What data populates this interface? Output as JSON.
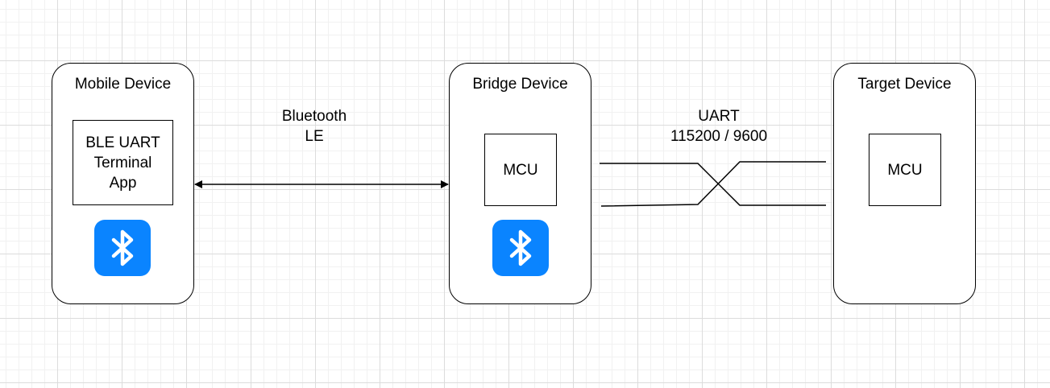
{
  "devices": {
    "mobile": {
      "title": "Mobile Device",
      "app_label": "BLE UART\nTerminal\nApp",
      "bluetooth_icon": "bluetooth-icon"
    },
    "bridge": {
      "title": "Bridge Device",
      "mcu_label": "MCU",
      "bluetooth_icon": "bluetooth-icon"
    },
    "target": {
      "title": "Target Device",
      "mcu_label": "MCU"
    }
  },
  "links": {
    "bluetooth": {
      "line1": "Bluetooth",
      "line2": "LE"
    },
    "uart": {
      "line1": "UART",
      "line2": "115200 / 9600"
    }
  },
  "colors": {
    "bluetooth_badge": "#0a84ff",
    "stroke": "#000000",
    "grid_major": "#dcdcdc",
    "grid_minor": "#f1f1f1"
  }
}
